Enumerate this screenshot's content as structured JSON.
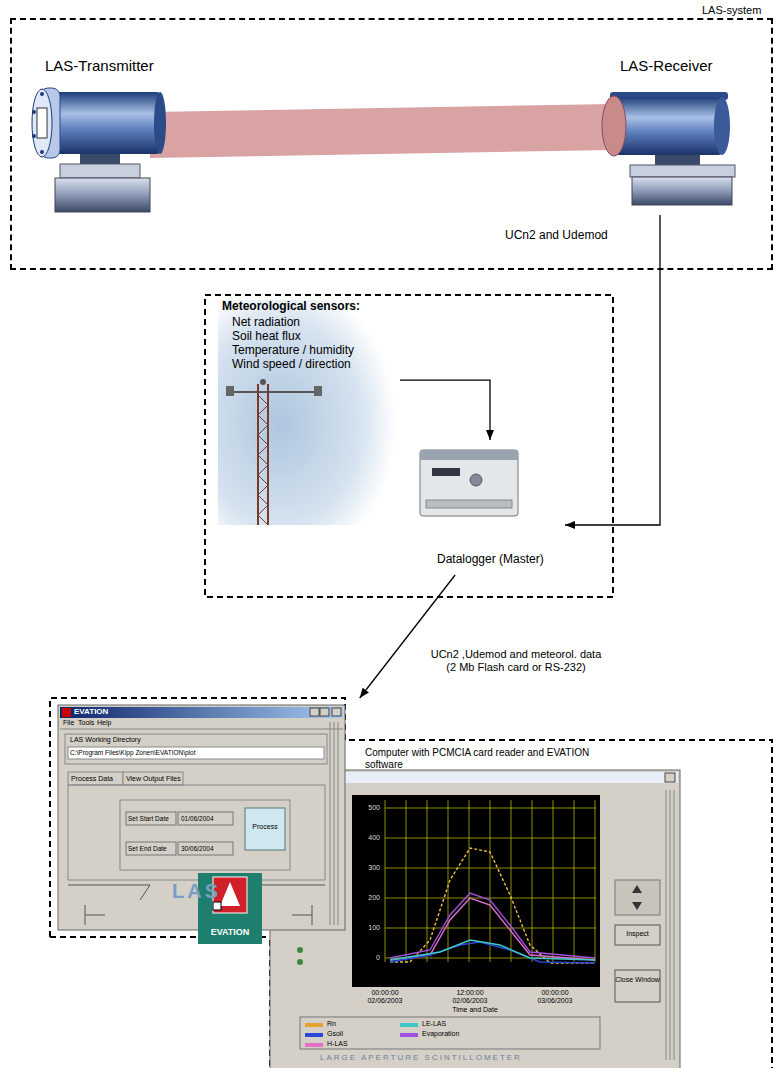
{
  "diagram": {
    "nodes": [
      {
        "text": [
          "LAS-system"
        ]
      },
      {
        "text": [
          "LAS-Transmitter"
        ],
        "in": 0
      },
      {
        "text": [
          "LAS-Receiver"
        ],
        "in": 0
      },
      {
        "text": [
          "Meteorological sensors:",
          "Net radiation",
          "Soil heat flux",
          "Temperature / humidity",
          "Wind speed / direction"
        ]
      },
      {
        "text": [
          "Datalogger (Master)"
        ]
      },
      {
        "text": [
          "Computer with PCMCIA card reader and EVATION software"
        ]
      }
    ],
    "edges": [
      {
        "from": 2,
        "to": 4,
        "arrow": "to",
        "label": "UCn2 and Udemod"
      },
      {
        "from": 3,
        "to": 4,
        "arrow": "to"
      },
      {
        "from": 4,
        "to": 5,
        "arrow": "to",
        "label": "UCn2 ,Udemod and meteorol. data (2 Mb Flash card or RS-232)"
      }
    ],
    "labels": [
      "EVATION",
      "File",
      "Tools",
      "Help",
      "LAS Working Directory",
      "C:\\Program Files\\Kipp Zonen\\EVATION\\plot",
      "Process Data",
      "View Output Files",
      "Set Start Date",
      "01/06/2004",
      "Set End Date",
      "30/06/2004",
      "Process",
      "LAS",
      "EVATION",
      "500",
      "400",
      "300",
      "200",
      "100",
      "0",
      "00:00:00",
      "02/06/2003",
      "12:00:00",
      "02/06/2003",
      "00:00:00",
      "03/06/2003",
      "Time and Date",
      "Inspect",
      "Close Window",
      "LARGE APERTURE SCINTILLOMETER"
    ],
    "legend": [
      {
        "text": "Rn",
        "color": "#e8a030"
      },
      {
        "text": "Gsoil",
        "color": "#2848d8"
      },
      {
        "text": "H-LAS",
        "color": "#e070c8"
      },
      {
        "text": "LE-LAS",
        "color": "#40c8c8"
      },
      {
        "text": "Evaporation",
        "color": "#a050e0"
      }
    ]
  }
}
